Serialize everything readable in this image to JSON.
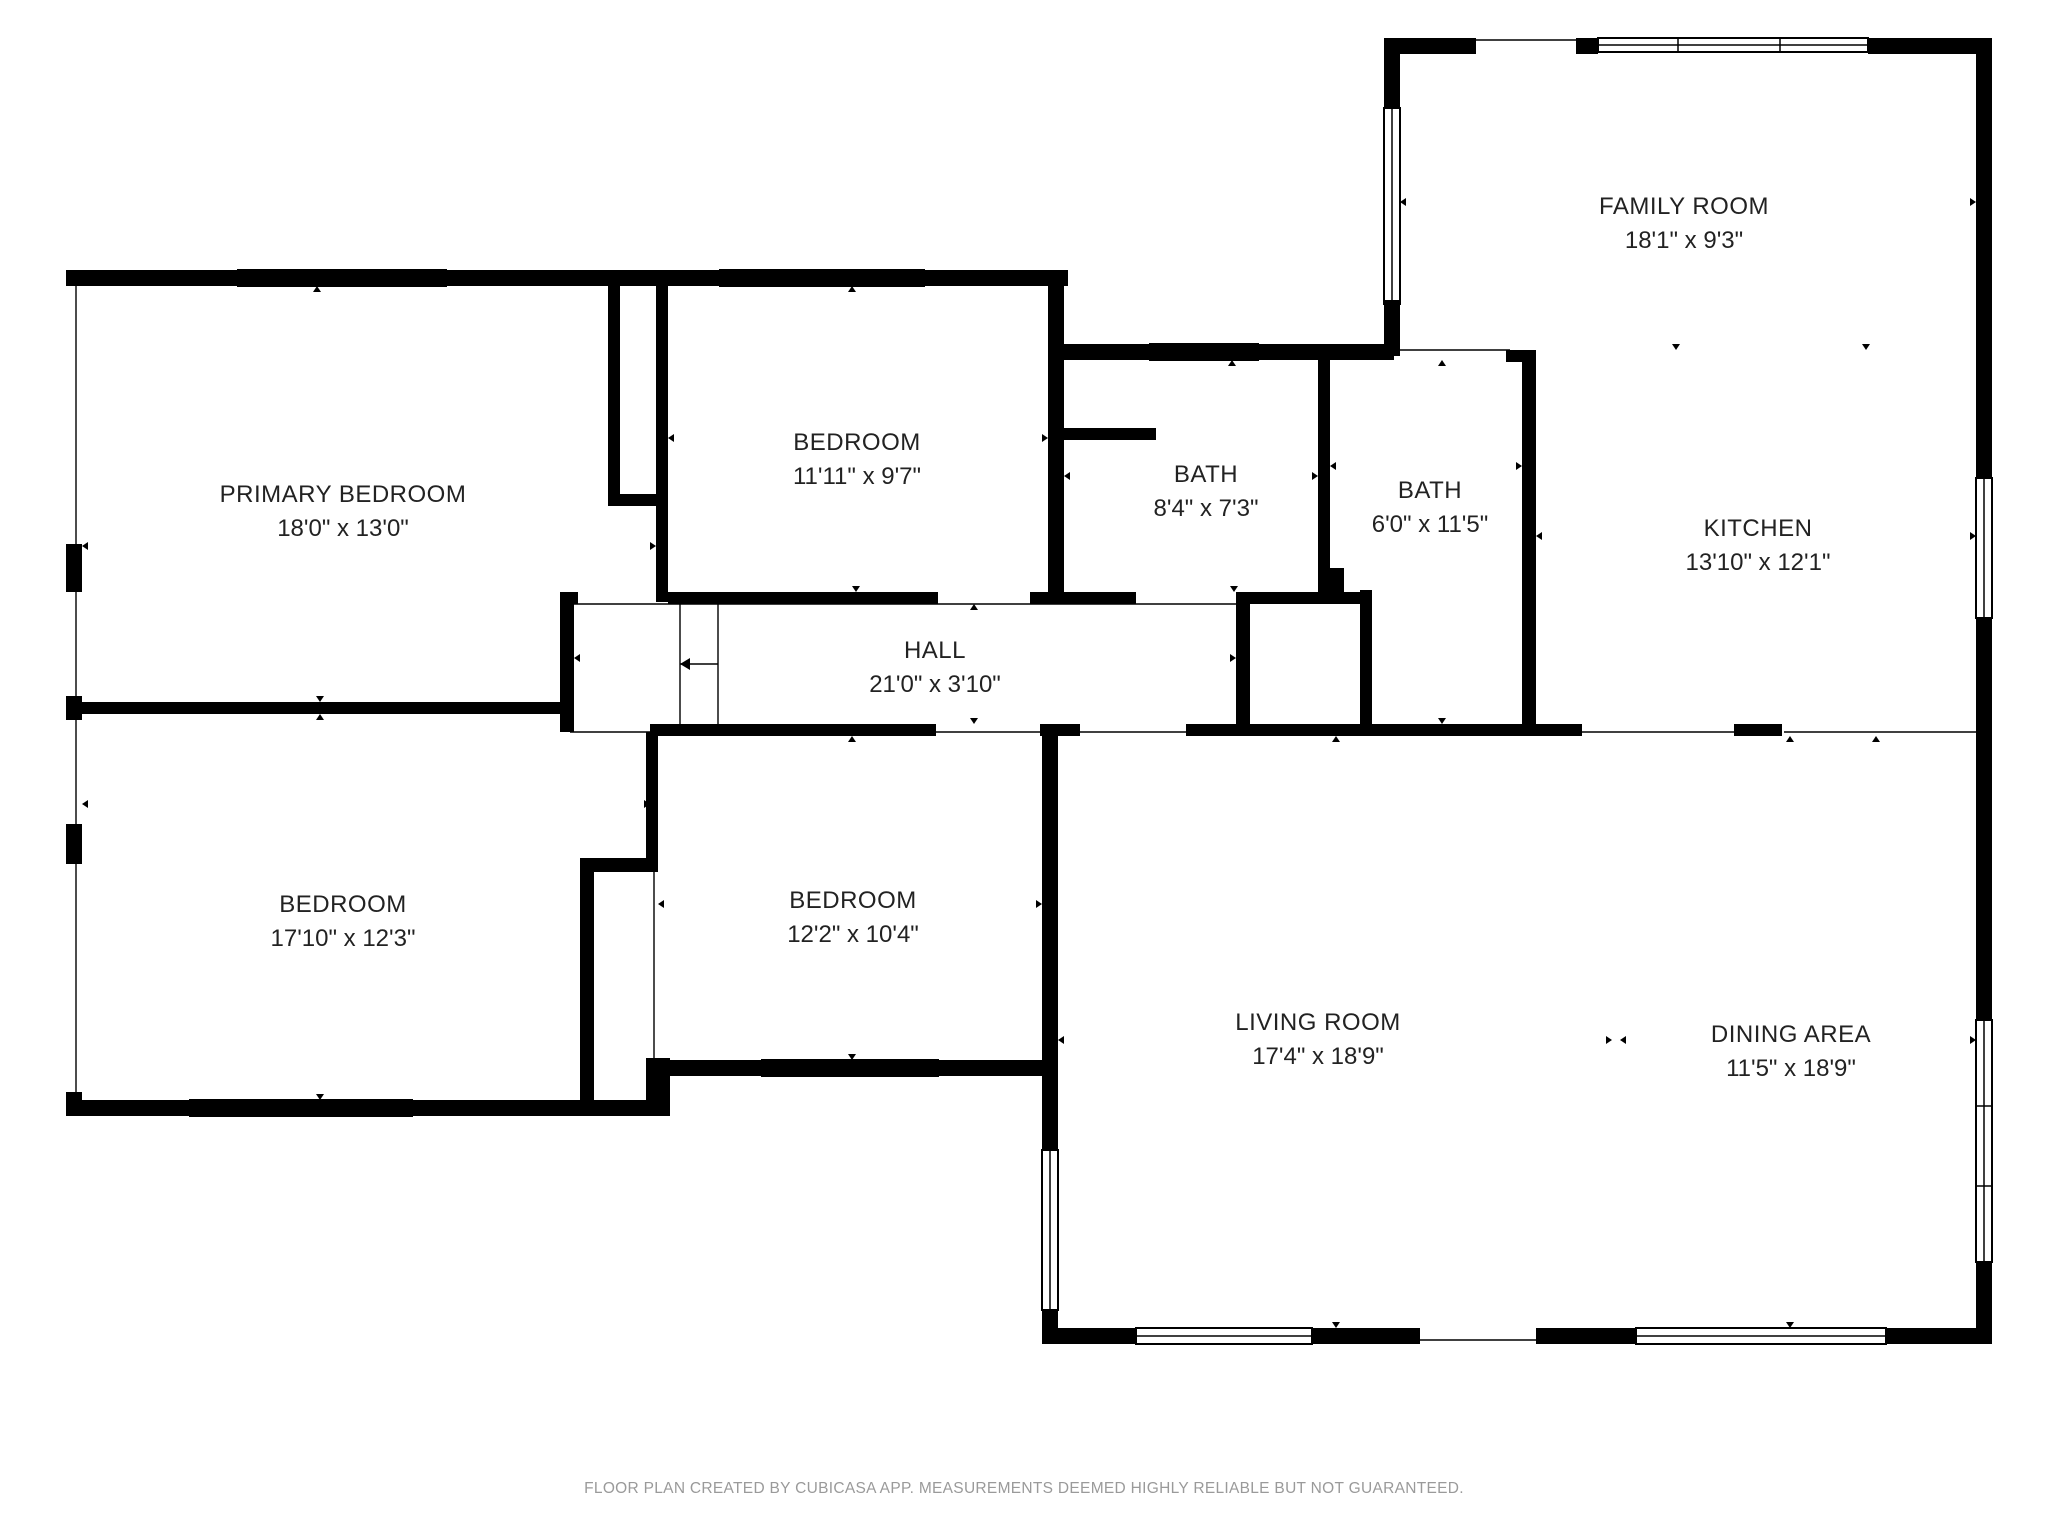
{
  "rooms": {
    "primary_bedroom": {
      "name": "PRIMARY BEDROOM",
      "dims": "18'0\" x 13'0\""
    },
    "bedroom_top": {
      "name": "BEDROOM",
      "dims": "11'11\" x 9'7\""
    },
    "bath_left": {
      "name": "BATH",
      "dims": "8'4\" x 7'3\""
    },
    "bath_right": {
      "name": "BATH",
      "dims": "6'0\" x 11'5\""
    },
    "family_room": {
      "name": "FAMILY ROOM",
      "dims": "18'1\" x 9'3\""
    },
    "kitchen": {
      "name": "KITCHEN",
      "dims": "13'10\" x 12'1\""
    },
    "hall": {
      "name": "HALL",
      "dims": "21'0\" x 3'10\""
    },
    "bedroom_left": {
      "name": "BEDROOM",
      "dims": "17'10\" x 12'3\""
    },
    "bedroom_mid": {
      "name": "BEDROOM",
      "dims": "12'2\" x 10'4\""
    },
    "living_room": {
      "name": "LIVING ROOM",
      "dims": "17'4\" x 18'9\""
    },
    "dining_area": {
      "name": "DINING AREA",
      "dims": "11'5\" x 18'9\""
    }
  },
  "disclaimer": "FLOOR PLAN CREATED BY CUBICASA APP. MEASUREMENTS DEEMED HIGHLY RELIABLE BUT NOT GUARANTEED.",
  "colors": {
    "wall": "#000000",
    "text": "#222222",
    "disclaimer": "#9a9a9a",
    "background": "#ffffff"
  }
}
